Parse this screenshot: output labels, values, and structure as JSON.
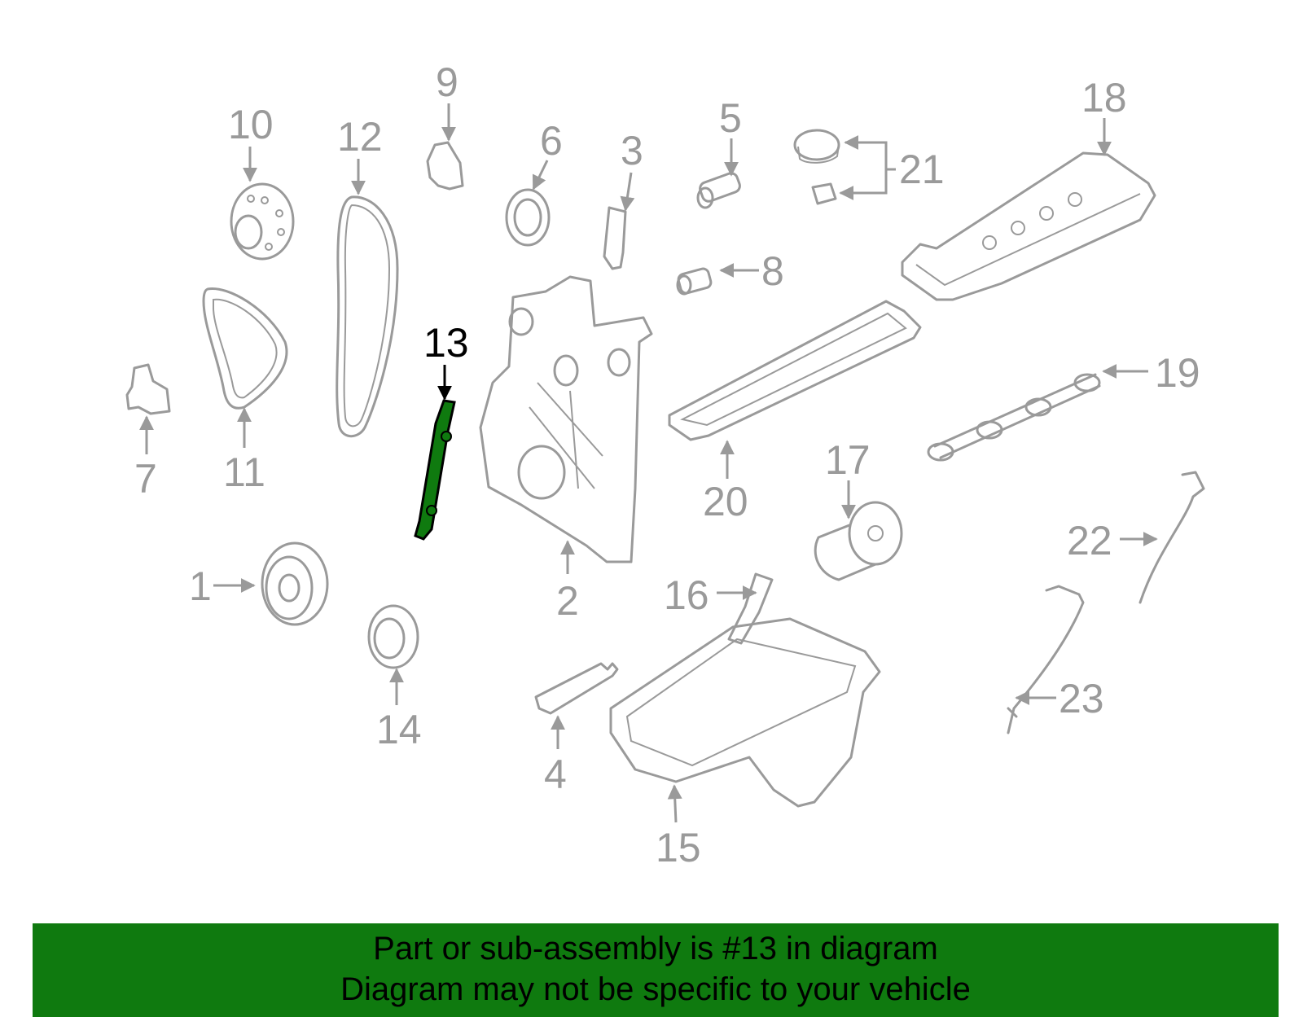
{
  "colors": {
    "part_line": "#9a9a9a",
    "highlight_fill": "#0f7a0f",
    "banner_bg": "#0f7a0f",
    "highlight_label": "#000000"
  },
  "callouts": {
    "c1": "1",
    "c2": "2",
    "c3": "3",
    "c4": "4",
    "c5": "5",
    "c6": "6",
    "c7": "7",
    "c8": "8",
    "c9": "9",
    "c10": "10",
    "c11": "11",
    "c12": "12",
    "c13": "13",
    "c14": "14",
    "c15": "15",
    "c16": "16",
    "c17": "17",
    "c18": "18",
    "c19": "19",
    "c20": "20",
    "c21": "21",
    "c22": "22",
    "c23": "23"
  },
  "highlighted_part": "13",
  "banner": {
    "line1": "Part or sub-assembly is #13 in diagram",
    "line2": "Diagram may not be specific to your vehicle"
  }
}
